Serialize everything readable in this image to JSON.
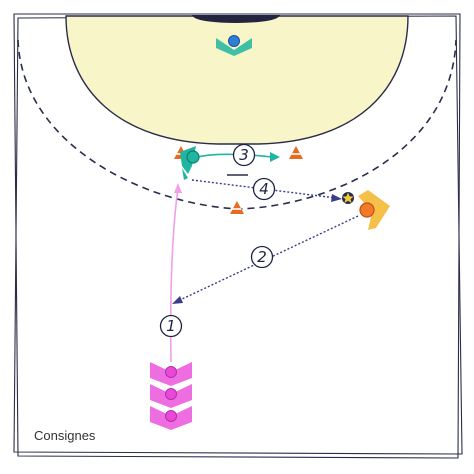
{
  "caption": "Consignes",
  "steps": [
    "1",
    "2",
    "3",
    "4"
  ],
  "colors": {
    "court_line": "#2a2d4a",
    "goal_area": "#f8f5c8",
    "defender": "#2e7ed8",
    "teal_player": "#1fb5a0",
    "orange_player": "#f07a2a",
    "orange_player_body": "#f5c04a",
    "pink_player": "#ea48d8",
    "cone": "#e86a20",
    "ball_star": "#f2cf3a",
    "arrow_pink": "#f0a0ea",
    "arrow_teal": "#1fb5a0",
    "arrow_pass": "#3a3d8a"
  },
  "icons": [
    "goal-icon",
    "defender-icon",
    "cone-icon",
    "player-icon",
    "ball-icon",
    "arrow-icon"
  ]
}
